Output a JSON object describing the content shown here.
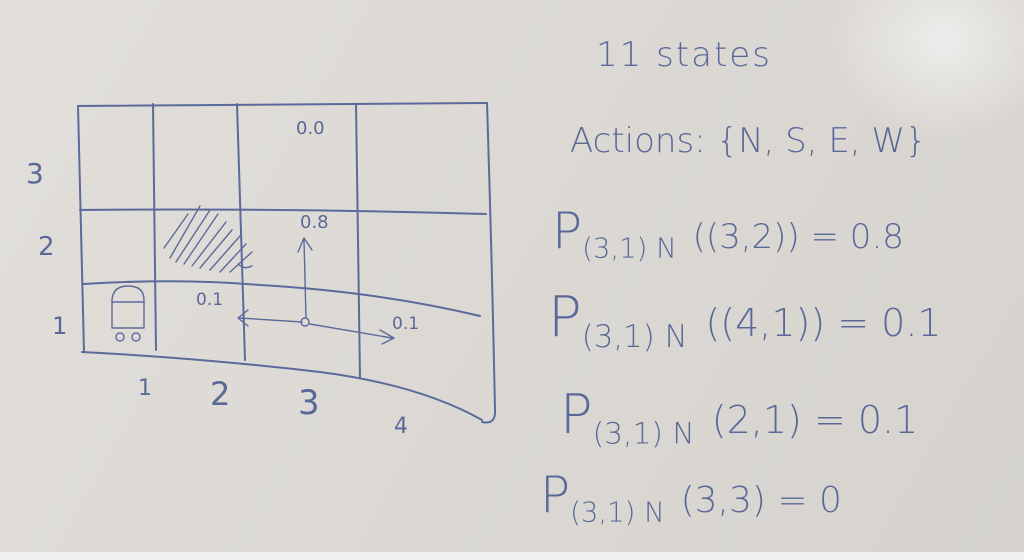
{
  "grid_world": {
    "row_labels": [
      "3",
      "2",
      "1"
    ],
    "col_labels": [
      "1",
      "2",
      "3",
      "4"
    ],
    "cell_values": {
      "c3r3": "0.0",
      "c3r2": "0.8",
      "c2r1": "0.1",
      "c4r1": "0.1"
    }
  },
  "notes": {
    "states": "11 states",
    "actions": "Actions: {N, S, E, W}",
    "p1_sub": "(3,1) N",
    "p1_rest": "((3,2)) = 0.8",
    "p2_sub": "(3,1) N",
    "p2_rest": "((4,1)) = 0.1",
    "p3_sub": "(3,1) N",
    "p3_rest": "(2,1) = 0.1",
    "p4_sub": "(3,1) N",
    "p4_rest": "(3,3) = 0",
    "p_symbol": "P"
  },
  "colors": {
    "ink": "#5b6a9a",
    "board": "#dcd9d5"
  }
}
